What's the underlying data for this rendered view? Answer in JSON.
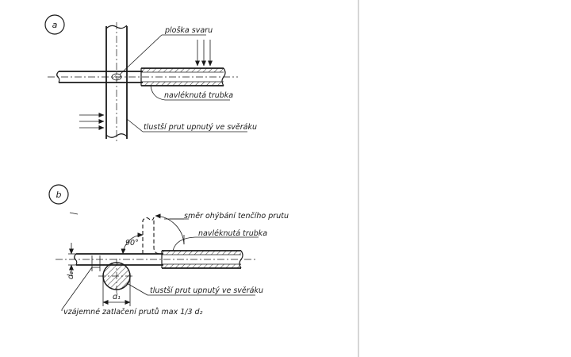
{
  "figure_a": {
    "letter": "a",
    "label_weld_area": "ploška svaru",
    "label_threaded_tube": "navléknutá trubka",
    "label_thick_rod": "tlustší prut upnutý ve svěráku"
  },
  "figure_b": {
    "letter": "b",
    "label_bend_direction": "směr ohýbání tenčího prutu",
    "label_threaded_tube": "navléknutá trubka",
    "label_angle": "90°",
    "label_thick_rod": "tlustší prut upnutý ve svěráku",
    "label_d1": "d₁",
    "label_d2": "d₂",
    "label_pressing": "vzájemné zatlačení prutů max 1/3 d₂"
  }
}
